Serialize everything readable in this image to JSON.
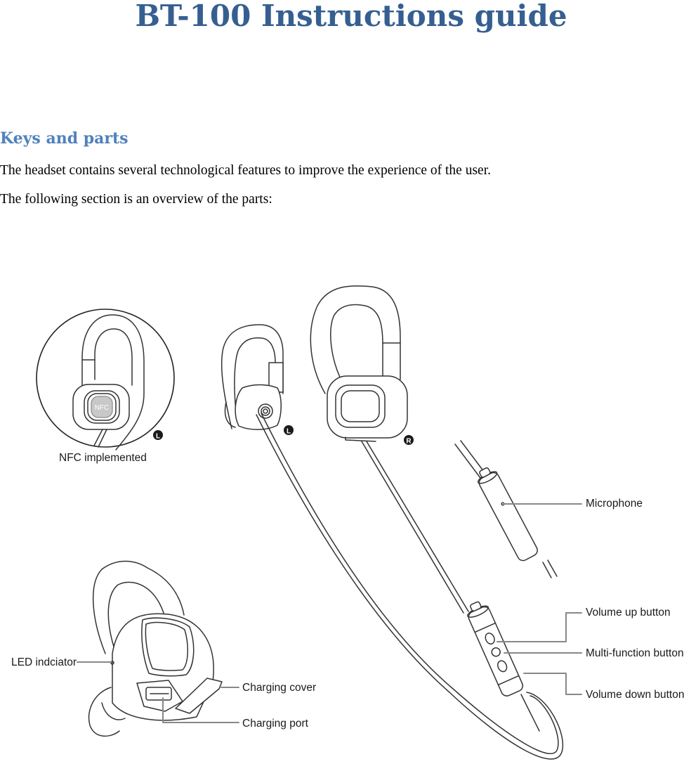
{
  "document": {
    "title": "BT-100 Instructions guide",
    "section": {
      "heading": "Keys and parts",
      "paragraphs": [
        "The headset contains several technological features to improve the experience of the user.",
        "The following section is an overview of the parts:"
      ]
    }
  },
  "diagram": {
    "nfc_inset": {
      "chip_label": "NFC",
      "side_badge": "L",
      "caption": "NFC implemented"
    },
    "earbud_badges": {
      "left": "L",
      "right": "R"
    },
    "callouts": {
      "microphone": "Microphone",
      "volume_up": "Volume up button",
      "multi_function": "Multi-function button",
      "volume_down": "Volume down button",
      "led_indicator": "LED indciator",
      "charging_cover": "Charging cover",
      "charging_port": "Charging port"
    },
    "colors": {
      "title": "#365f91",
      "heading": "#4f81bd",
      "line": "#333333",
      "leader": "#888888",
      "nfc_chip": "#c8c8c8"
    }
  }
}
